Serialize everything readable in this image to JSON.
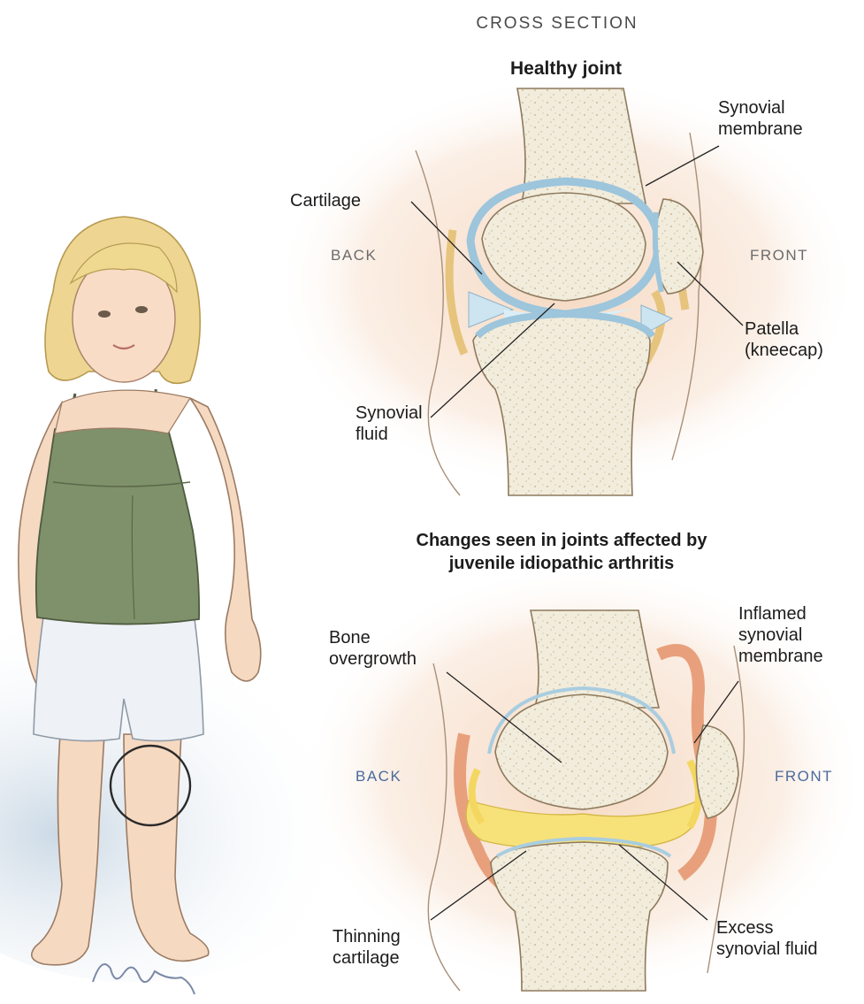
{
  "header": "CROSS SECTION",
  "healthy": {
    "title": "Healthy joint",
    "back": "BACK",
    "front": "FRONT",
    "labels": {
      "synovial_membrane": [
        "Synovial",
        "membrane"
      ],
      "cartilage": "Cartilage",
      "patella": [
        "Patella",
        "(kneecap)"
      ],
      "synovial_fluid": [
        "Synovial",
        "fluid"
      ]
    }
  },
  "affected": {
    "title": [
      "Changes seen in joints affected by",
      "juvenile idiopathic arthritis"
    ],
    "back": "BACK",
    "front": "FRONT",
    "labels": {
      "bone_overgrowth": [
        "Bone",
        "overgrowth"
      ],
      "inflamed_membrane": [
        "Inflamed",
        "synovial",
        "membrane"
      ],
      "thinning_cartilage": [
        "Thinning",
        "cartilage"
      ],
      "excess_fluid": [
        "Excess",
        "synovial fluid"
      ]
    }
  },
  "signature": "Burke",
  "colors": {
    "bone": "#f1ead8",
    "cartilage": "#b9d7e6",
    "fluid": "#cfe6f2",
    "inflamed": "#e8a07c",
    "excess_fluid": "#f7e27a",
    "skin": "#f7dcc3",
    "shirt": "#7f916a",
    "shorts": "#eaeef3",
    "hair": "#eed692"
  }
}
